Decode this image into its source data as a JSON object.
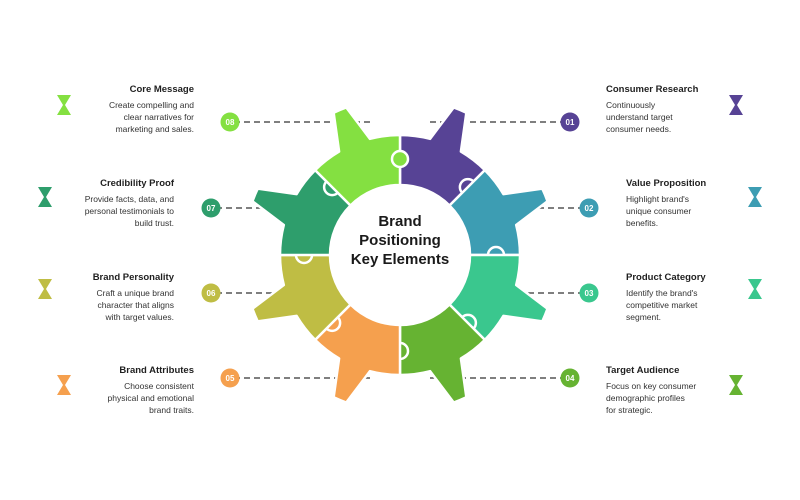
{
  "center": {
    "line1": "Brand",
    "line2": "Positioning",
    "line3": "Key Elements"
  },
  "items": [
    {
      "num": "01",
      "title": "Consumer Research",
      "desc": [
        "Continuously",
        "understand target",
        "consumer needs."
      ],
      "color": "#574395"
    },
    {
      "num": "02",
      "title": "Value Proposition",
      "desc": [
        "Highlight brand's",
        "unique consumer",
        "benefits."
      ],
      "color": "#3d9db3"
    },
    {
      "num": "03",
      "title": "Product Category",
      "desc": [
        "Identify the brand's",
        "competitive market",
        "segment."
      ],
      "color": "#3ac78e"
    },
    {
      "num": "04",
      "title": "Target Audience",
      "desc": [
        "Focus on key consumer",
        "demographic profiles",
        "for strategic."
      ],
      "color": "#66b332"
    },
    {
      "num": "05",
      "title": "Brand Attributes",
      "desc": [
        "Choose consistent",
        "physical and emotional",
        "brand traits."
      ],
      "color": "#f5a04e"
    },
    {
      "num": "06",
      "title": "Brand Personality",
      "desc": [
        "Craft a unique brand",
        "character that aligns",
        "with target values."
      ],
      "color": "#bfbd44"
    },
    {
      "num": "07",
      "title": "Credibility Proof",
      "desc": [
        "Provide facts, data, and",
        "personal testimonials to",
        "build trust."
      ],
      "color": "#2e9e6c"
    },
    {
      "num": "08",
      "title": "Core Message",
      "desc": [
        "Create compelling and",
        "clear narratives for",
        "marketing and sales."
      ],
      "color": "#84e041"
    }
  ]
}
